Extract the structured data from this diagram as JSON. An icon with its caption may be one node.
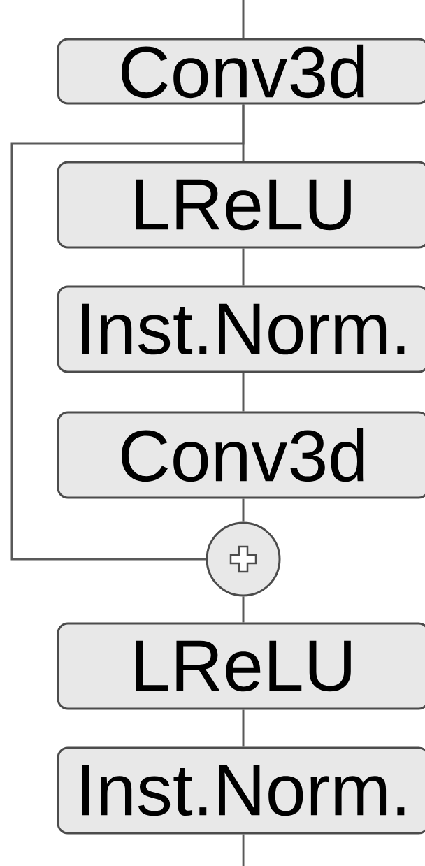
{
  "diagram": {
    "nodes": [
      {
        "text": [
          "Conv3d"
        ]
      },
      {
        "text": [
          "LReLU"
        ]
      },
      {
        "text": [
          "Inst.Norm."
        ]
      },
      {
        "text": [
          "Conv3d"
        ]
      },
      {
        "text": [],
        "shape": "circle"
      },
      {
        "text": [
          "LReLU"
        ]
      },
      {
        "text": [
          "Inst.Norm."
        ]
      }
    ],
    "edges": [
      {
        "from": null,
        "to": 0,
        "arrow": "none"
      },
      {
        "from": 0,
        "to": 1,
        "arrow": "none"
      },
      {
        "from": 1,
        "to": 2,
        "arrow": "none"
      },
      {
        "from": 2,
        "to": 3,
        "arrow": "none"
      },
      {
        "from": 3,
        "to": 4,
        "arrow": "none"
      },
      {
        "from": 0,
        "to": 4,
        "arrow": "none"
      },
      {
        "from": 4,
        "to": 5,
        "arrow": "none"
      },
      {
        "from": 5,
        "to": 6,
        "arrow": "none"
      },
      {
        "from": 6,
        "to": null,
        "arrow": "none"
      }
    ]
  }
}
